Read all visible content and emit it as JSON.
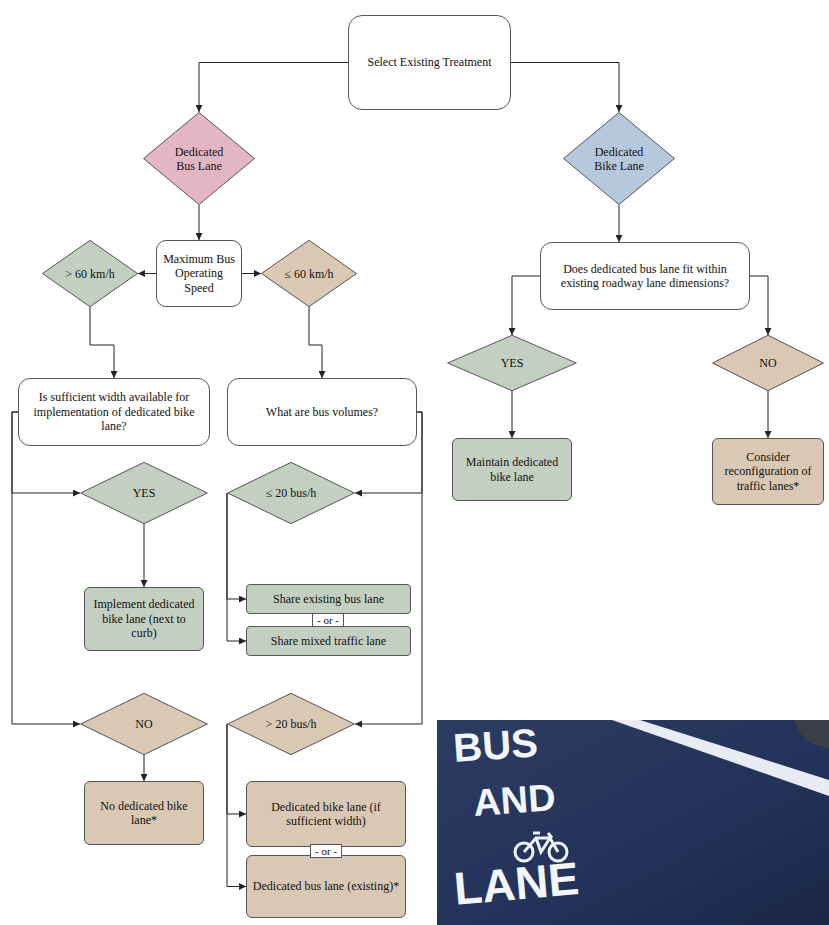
{
  "diagram": {
    "nodes": [
      {
        "text": [
          "Select Existing Treatment"
        ]
      },
      {
        "text": [
          "Dedicated Bus Lane"
        ]
      },
      {
        "text": [
          "Dedicated Bike Lane"
        ]
      },
      {
        "text": [
          "Maximum Bus Operating Speed"
        ]
      },
      {
        "text": [
          "> 60 km/h"
        ]
      },
      {
        "text": [
          "≤ 60 km/h"
        ]
      },
      {
        "text": [
          "Is sufficient width available for implementation of dedicated bike lane?"
        ]
      },
      {
        "text": [
          "What are bus volumes?"
        ]
      },
      {
        "text": [
          "Does dedicated bus lane fit within existing roadway lane dimensions?"
        ]
      },
      {
        "text": [
          "YES"
        ]
      },
      {
        "text": [
          "NO"
        ]
      },
      {
        "text": [
          "Maintain dedicated bike lane"
        ]
      },
      {
        "text": [
          "Consider reconfiguration of traffic lanes*"
        ]
      },
      {
        "text": [
          "YES"
        ]
      },
      {
        "text": [
          "≤ 20 bus/h"
        ]
      },
      {
        "text": [
          "Implement dedicated bike lane (next to curb)"
        ]
      },
      {
        "text": [
          "Share existing bus lane"
        ]
      },
      {
        "text": [
          "Share mixed traffic lane"
        ]
      },
      {
        "text": [
          "NO"
        ]
      },
      {
        "text": [
          "> 20 bus/h"
        ]
      },
      {
        "text": [
          "No dedicated bike lane*"
        ]
      },
      {
        "text": [
          "Dedicated bike lane (if sufficient width)"
        ]
      },
      {
        "text": [
          "Dedicated bus lane (existing)*"
        ]
      }
    ],
    "edges": [
      {
        "from": 0,
        "to": 1,
        "arrow": "to"
      },
      {
        "from": 0,
        "to": 2,
        "arrow": "to"
      },
      {
        "from": 1,
        "to": 3,
        "arrow": "to"
      },
      {
        "from": 3,
        "to": 4,
        "arrow": "to"
      },
      {
        "from": 3,
        "to": 5,
        "arrow": "to"
      },
      {
        "from": 4,
        "to": 6,
        "arrow": "to"
      },
      {
        "from": 5,
        "to": 7,
        "arrow": "to"
      },
      {
        "from": 2,
        "to": 8,
        "arrow": "to"
      },
      {
        "from": 8,
        "to": 9,
        "arrow": "to"
      },
      {
        "from": 8,
        "to": 10,
        "arrow": "to"
      },
      {
        "from": 9,
        "to": 11,
        "arrow": "to"
      },
      {
        "from": 10,
        "to": 12,
        "arrow": "to"
      },
      {
        "from": 6,
        "to": 13,
        "arrow": "to"
      },
      {
        "from": 6,
        "to": 18,
        "arrow": "to"
      },
      {
        "from": 7,
        "to": 14,
        "arrow": "to"
      },
      {
        "from": 7,
        "to": 19,
        "arrow": "to"
      },
      {
        "from": 13,
        "to": 15,
        "arrow": "to"
      },
      {
        "from": 18,
        "to": 20,
        "arrow": "to"
      },
      {
        "from": 14,
        "to": 16,
        "arrow": "to"
      },
      {
        "from": 14,
        "to": 17,
        "arrow": "to"
      },
      {
        "from": 19,
        "to": 21,
        "arrow": "to"
      },
      {
        "from": 19,
        "to": 22,
        "arrow": "to"
      }
    ],
    "labels": [
      "- or -",
      "- or -",
      "BUS",
      "AND",
      "LANE"
    ]
  }
}
